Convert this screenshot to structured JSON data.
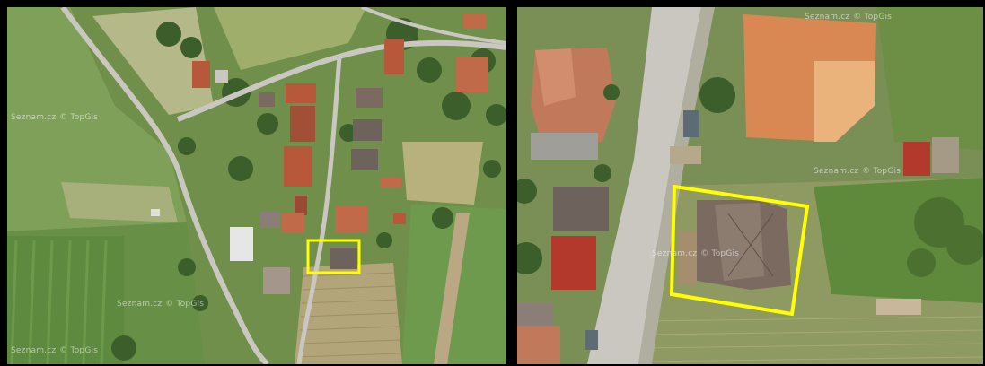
{
  "watermark": {
    "left_1": "Seznam.cz",
    "left_2": "© TopGis",
    "right_1": "Seznam.cz",
    "right_2": "© TopGis"
  },
  "colors": {
    "highlight": "#ffff00",
    "frame": "#000000",
    "field": "#6f8f4a",
    "road": "#c9c7bf",
    "roof_red": "#b8583a",
    "roof_brown": "#7a6a60"
  },
  "icons": {
    "marker_left": "yellow-rectangle-highlight",
    "marker_right": "yellow-quad-highlight"
  }
}
